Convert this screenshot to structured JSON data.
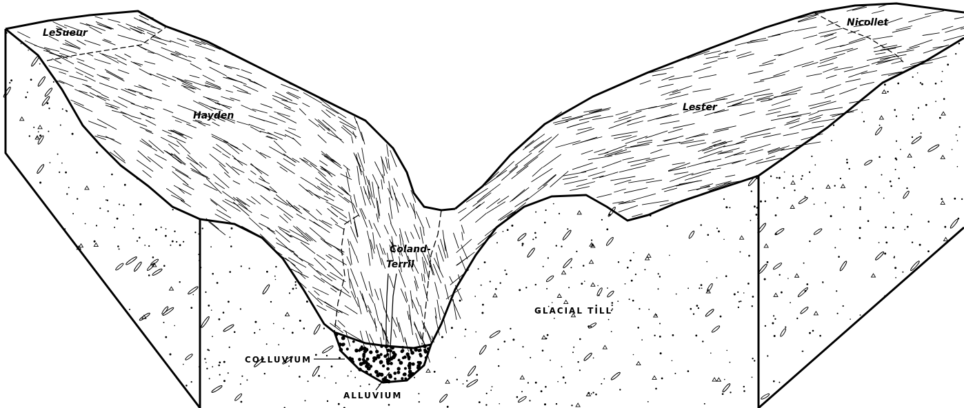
{
  "labels": {
    "lesueur": "LeSueur",
    "hayden": "Hayden",
    "nicollet": "Nicollet",
    "lester": "Lester",
    "coland": "Coland-",
    "terril": "Terril",
    "glacial_till": "GLACIAL TILL",
    "colluvium": "COLLUVIUM",
    "alluvium": "ALLUVIUM"
  },
  "colors": {
    "ink": "#000000",
    "paper": "#ffffff"
  }
}
